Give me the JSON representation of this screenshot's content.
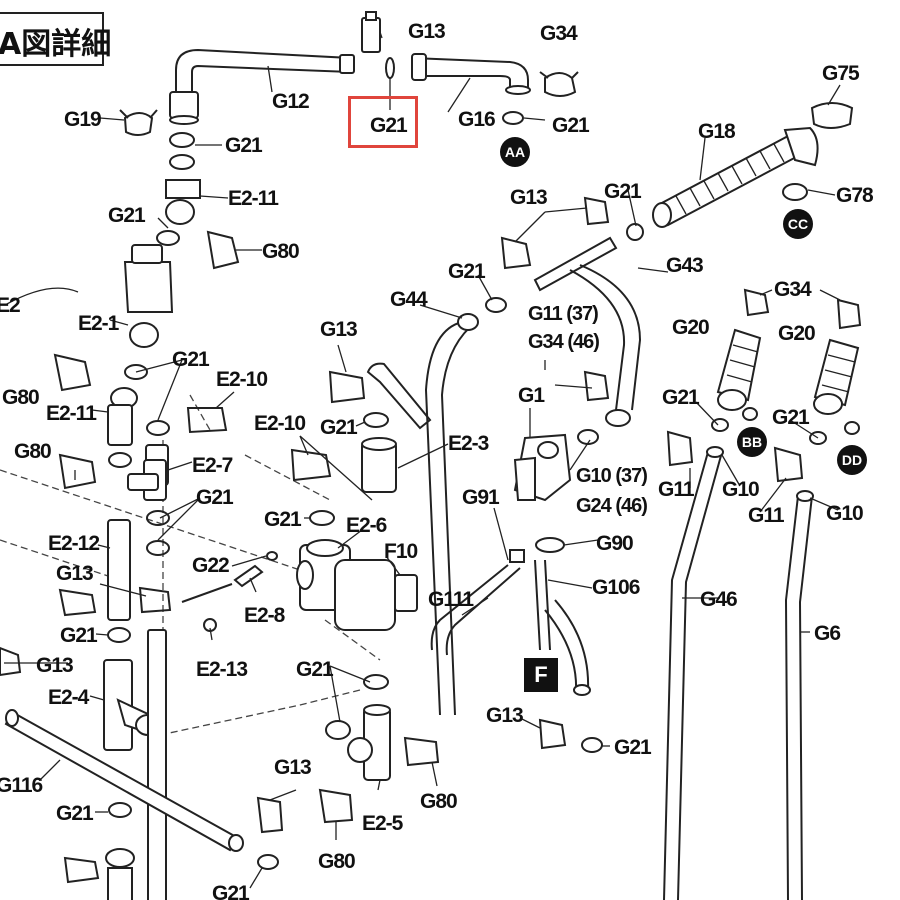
{
  "title": "A図詳細",
  "highlighted_label": "G21",
  "labels": {
    "g13_top": "G13",
    "g34_top": "G34",
    "g75": "G75",
    "g12": "G12",
    "g21_hl": "G21",
    "g16": "G16",
    "g21_g16": "G21",
    "g19": "G19",
    "g21_a": "G21",
    "g18": "G18",
    "e2_11_a": "E2-11",
    "g78": "G78",
    "g13_b": "G13",
    "g21_b": "G21",
    "g21_c": "G21",
    "g80_a": "G80",
    "g43": "G43",
    "e2": "E2",
    "g21_d": "G21",
    "g44": "G44",
    "g11_37": "G11 (37)",
    "g34_46": "G34 (46)",
    "g34_r": "G34",
    "e2_1": "E2-1",
    "g20_a": "G20",
    "g20_b": "G20",
    "g13_c": "G13",
    "g21_e": "G21",
    "e2_10_a": "E2-10",
    "g80_b": "G80",
    "e2_11_b": "E2-11",
    "g1": "G1",
    "g21_f": "G21",
    "g21_g": "G21",
    "g21_h": "G21",
    "e2_10_b": "E2-10",
    "e2_3": "E2-3",
    "g80_c": "G80",
    "e2_7": "E2-7",
    "g10_37": "G10 (37)",
    "g24_46": "G24 (46)",
    "g11_a": "G11",
    "g10_a": "G10",
    "g11_b": "G11",
    "g10_b": "G10",
    "g21_i": "G21",
    "g91": "G91",
    "g21_j": "G21",
    "e2_6": "E2-6",
    "e2_12": "E2-12",
    "g90": "G90",
    "f10": "F10",
    "g22": "G22",
    "g13_d": "G13",
    "g106": "G106",
    "g111": "G111",
    "g46": "G46",
    "e2_8": "E2-8",
    "g6": "G6",
    "g21_k": "G21",
    "g13_e": "G13",
    "e2_13": "E2-13",
    "g21_l": "G21",
    "e2_4": "E2-4",
    "g13_f": "G13",
    "g116": "G116",
    "g21_m": "G21",
    "g13_g": "G13",
    "g80_d": "G80",
    "e2_5": "E2-5",
    "g21_n": "G21",
    "g80_e": "G80",
    "g21_o": "G21"
  },
  "markers": {
    "aa": "AA",
    "bb": "BB",
    "cc": "CC",
    "dd": "DD",
    "f": "F"
  }
}
